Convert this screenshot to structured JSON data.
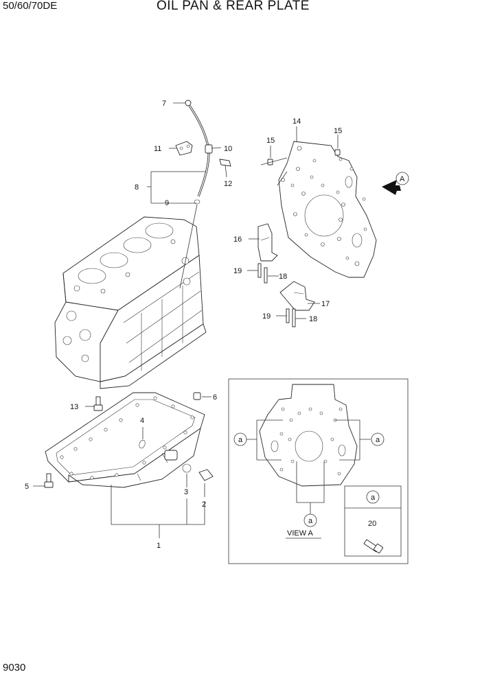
{
  "header": {
    "model": "50/60/70DE",
    "title": "OIL PAN & REAR PLATE"
  },
  "footer": {
    "page_number": "9030"
  },
  "callouts": {
    "p1": "1",
    "p2": "2",
    "p3": "3",
    "p4": "4",
    "p5": "5",
    "p6": "6",
    "p7": "7",
    "p8": "8",
    "p9": "9",
    "p10": "10",
    "p11": "11",
    "p12": "12",
    "p13": "13",
    "p14": "14",
    "p15a": "15",
    "p15b": "15",
    "p16": "16",
    "p17": "17",
    "p18a": "18",
    "p18b": "18",
    "p19a": "19",
    "p19b": "19",
    "p20": "20"
  },
  "view_marker": "A",
  "detail_view": {
    "caption": "VIEW A",
    "marker_left": "a",
    "marker_right": "a",
    "marker_bottom": "a",
    "legend_header": "a",
    "legend_part": "20"
  }
}
